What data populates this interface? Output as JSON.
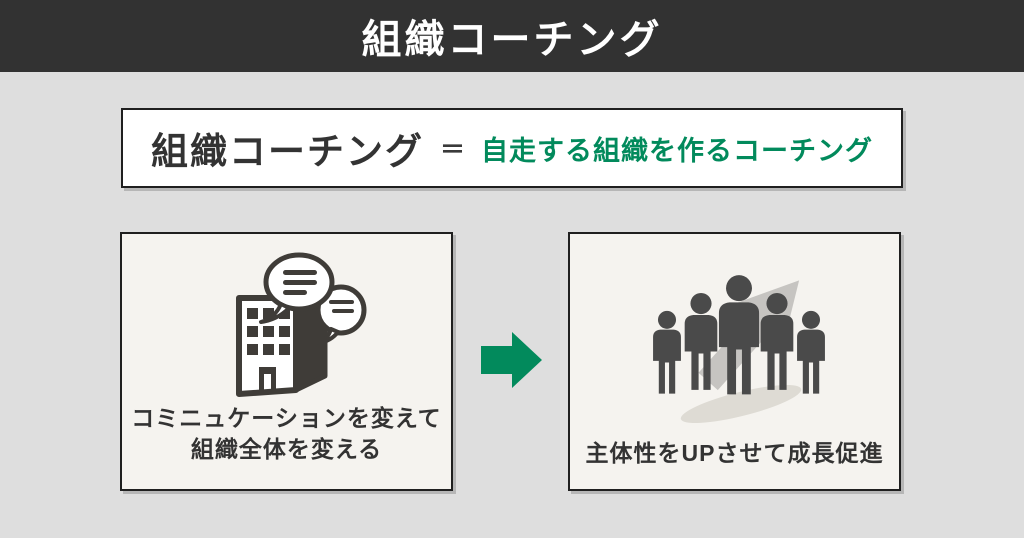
{
  "colors": {
    "background": "#dedede",
    "banner_bg": "#323232",
    "banner_text": "#ffffff",
    "panel_white": "#ffffff",
    "card_bg": "#f5f3ef",
    "border_dark": "#1f1f1f",
    "text_dark": "#333333",
    "accent_green": "#028a5c",
    "icon_dark": "#3f3c38",
    "icon_light_gray": "#c6c4c1"
  },
  "banner": {
    "title": "組織コーチング"
  },
  "equation": {
    "left_term": "組織コーチング",
    "equals": "＝",
    "right_term": "自走する組織を作るコーチング"
  },
  "cards": [
    {
      "id": "communication",
      "icon": "building-chat-icon",
      "lines": [
        "コミニュケーションを変えて",
        "組織全体を変える"
      ]
    },
    {
      "id": "growth",
      "icon": "team-growth-icon",
      "lines": [
        "主体性をUPさせて成長促進"
      ]
    }
  ],
  "flow": {
    "icon": "right-arrow-icon",
    "direction": "right"
  }
}
